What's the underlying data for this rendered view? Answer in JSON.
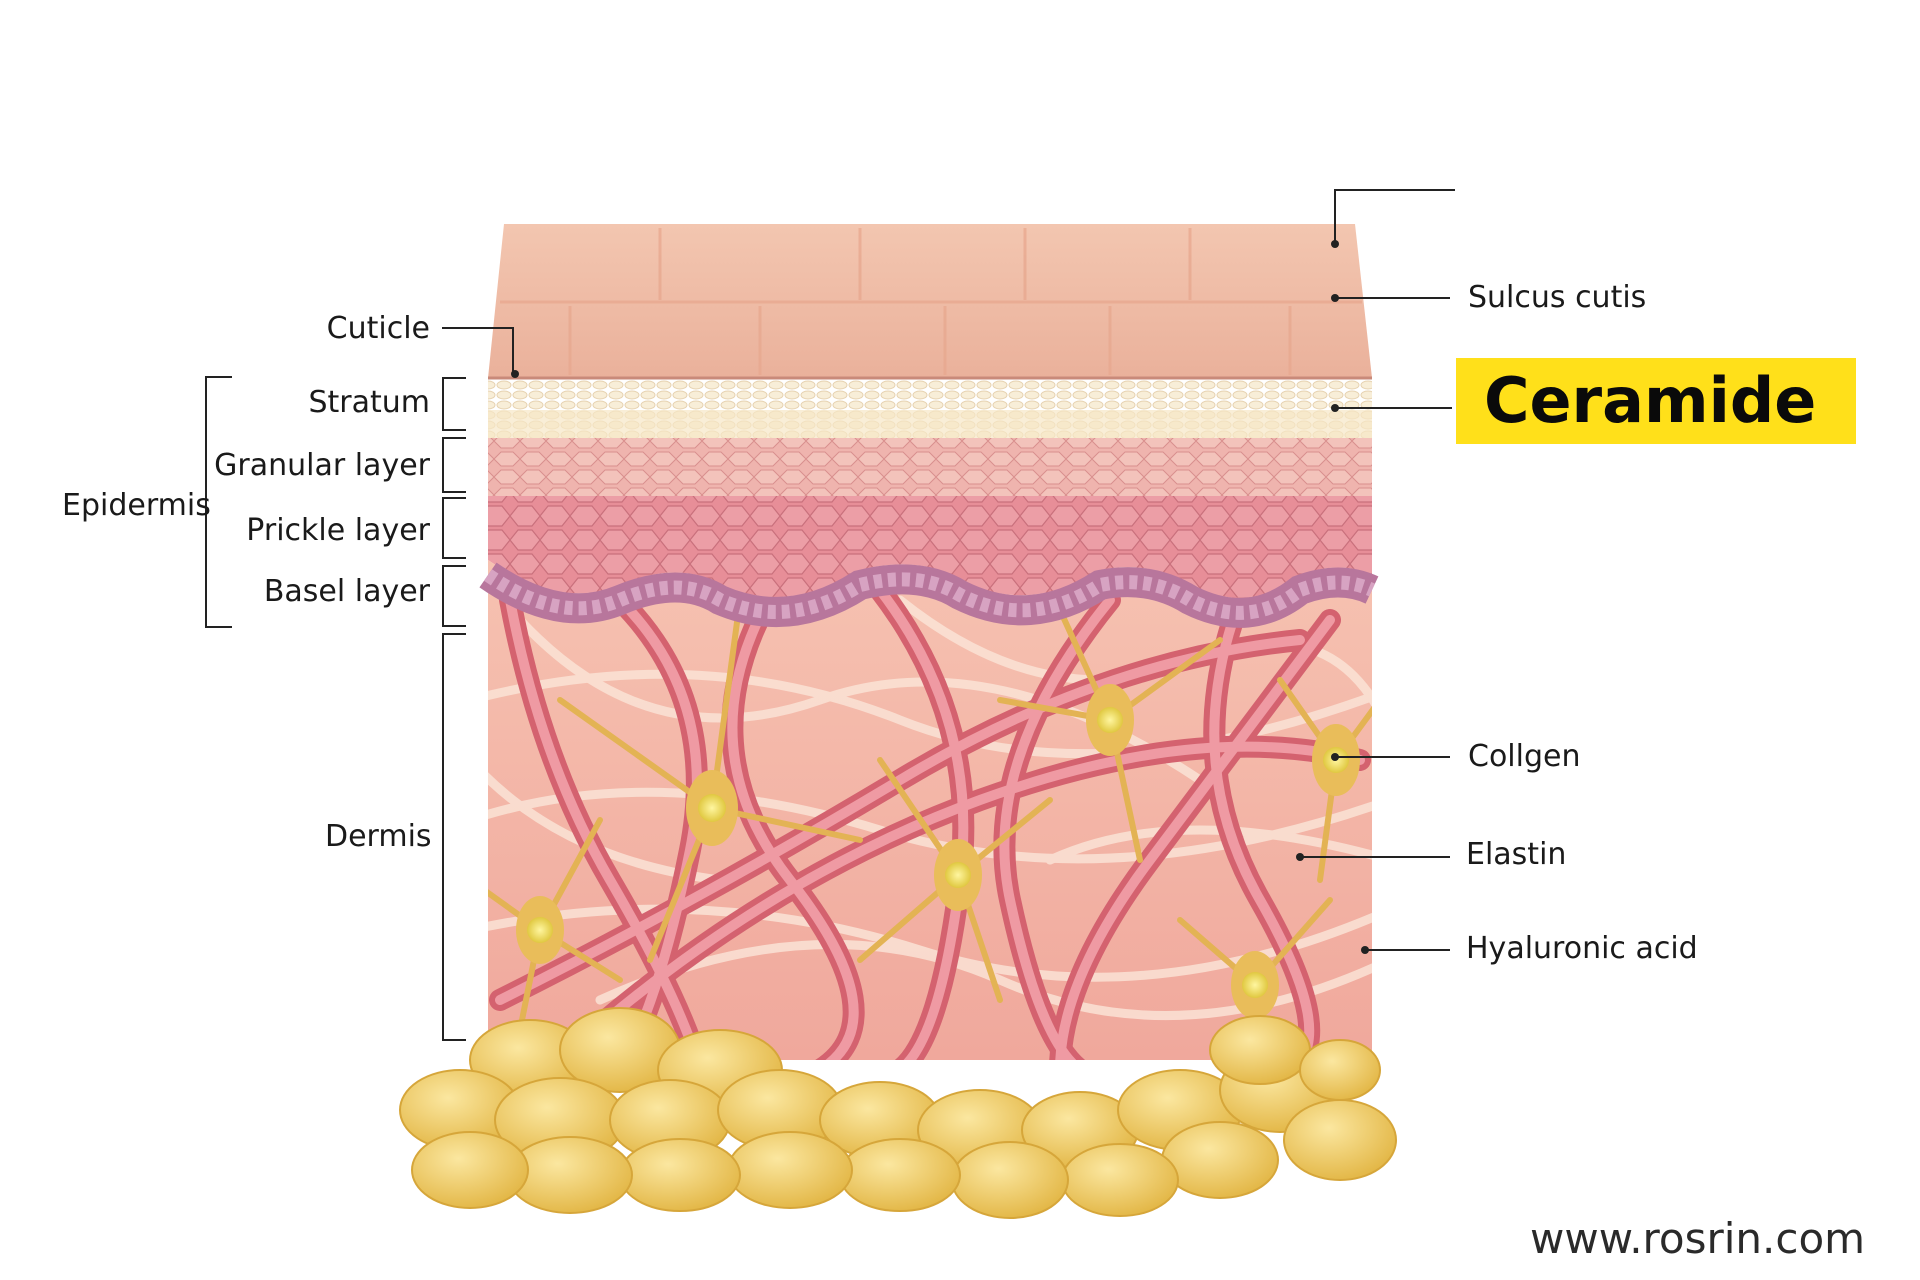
{
  "labels_left": {
    "cuticle": "Cuticle",
    "stratum": "Stratum",
    "granular": "Granular layer",
    "prickle": "Prickle layer",
    "basel": "Basel layer",
    "epidermis": "Epidermis",
    "dermis": "Dermis"
  },
  "labels_right": {
    "sulcus": "Sulcus cutis",
    "ceramide": "Ceramide",
    "collgen": "Collgen",
    "elastin": "Elastin",
    "hyaluronic": "Hyaluronic acid"
  },
  "watermark": "www.rosrin.com",
  "colors": {
    "highlight": "#ffe01a",
    "skin_top": "#f2c4ad",
    "stratum": "#f5e6c9",
    "granular": "#efb1ad",
    "prickle": "#e8949c",
    "basal": "#b87aa0",
    "dermis": "#f3b3a4",
    "elastin": "#e07a86",
    "fibroblast": "#e7b957",
    "fat": "#f0d070"
  }
}
